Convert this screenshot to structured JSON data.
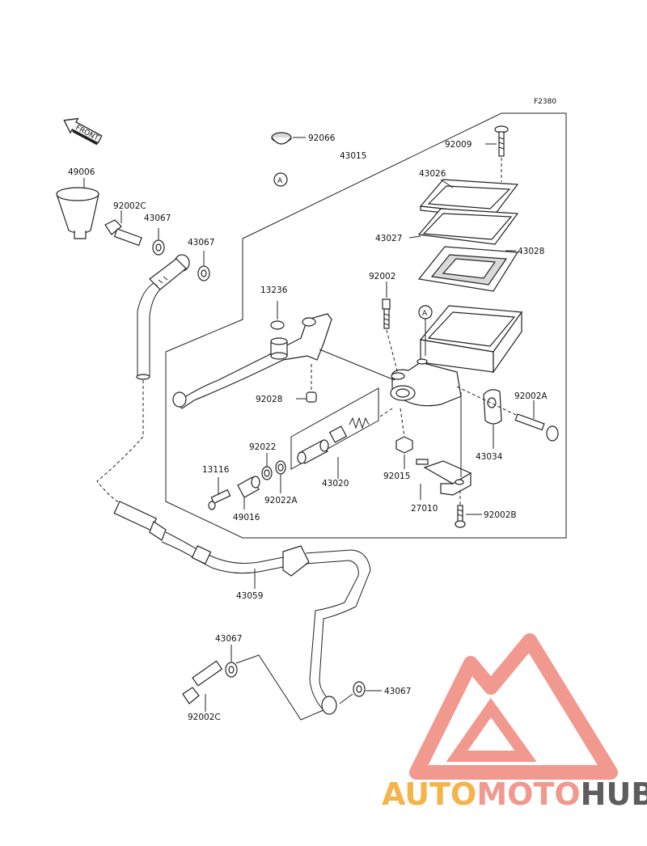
{
  "figure_code": "F2380",
  "front_label": "FRONT",
  "callout": "A",
  "parts": {
    "p92066": "92066",
    "p43015": "43015",
    "p92009": "92009",
    "p43026": "43026",
    "p43027": "43027",
    "p43028": "43028",
    "p49006": "49006",
    "p92002C_top": "92002C",
    "p43067_a": "43067",
    "p43067_b": "43067",
    "p13236": "13236",
    "p92002": "92002",
    "p92028": "92028",
    "p92002A": "92002A",
    "p92022": "92022",
    "p13116": "13116",
    "p92022A": "92022A",
    "p43020": "43020",
    "p92015": "92015",
    "p43034": "43034",
    "p49016": "49016",
    "p27010": "27010",
    "p92002B": "92002B",
    "p43059": "43059",
    "p43067_c": "43067",
    "p43067_d": "43067",
    "p92002C_bottom": "92002C"
  },
  "watermark": {
    "part1": "AUTO",
    "part2": "MOTO",
    "part3": "HUB",
    "color1": "#f5b041",
    "color2": "#f1948a",
    "color3": "#555555"
  }
}
